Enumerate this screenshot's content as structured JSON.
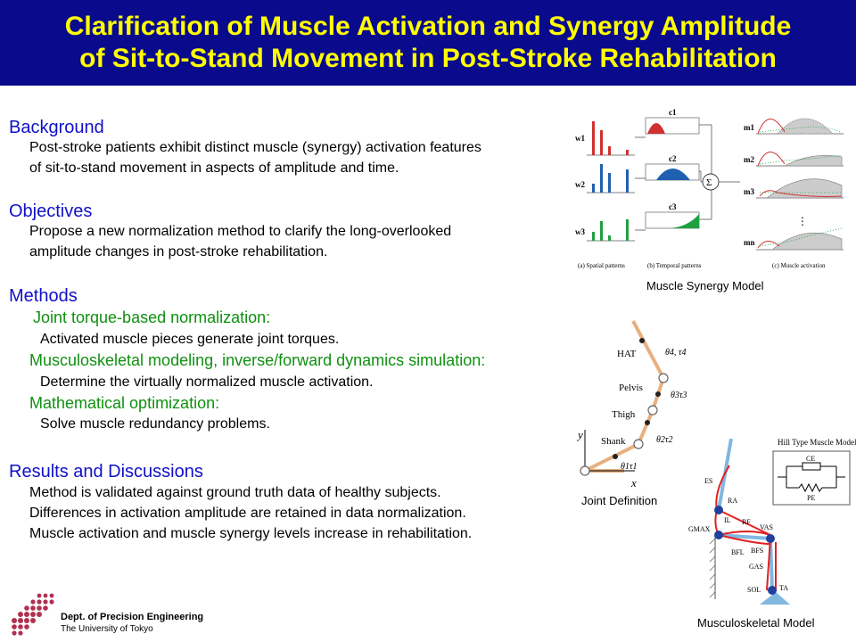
{
  "header": {
    "title_line1": "Clarification of Muscle Activation and Synergy Amplitude",
    "title_line2": "of Sit-to-Stand Movement in Post-Stroke Rehabilitation"
  },
  "background": {
    "heading": "Background",
    "line1": "Post-stroke patients exhibit distinct muscle (synergy) activation features",
    "line2": "of sit-to-stand movement in aspects of amplitude and time."
  },
  "objectives": {
    "heading": "Objectives",
    "line1": "Propose a new normalization method to clarify the long-overlooked",
    "line2": "amplitude changes in post-stroke rehabilitation."
  },
  "methods": {
    "heading": "Methods",
    "items": [
      {
        "title": "Joint torque-based normalization:",
        "desc": "Activated muscle pieces generate joint torques."
      },
      {
        "title": "Musculoskeletal modeling, inverse/forward dynamics simulation:",
        "desc": "Determine the virtually normalized muscle activation."
      },
      {
        "title": "Mathematical optimization:",
        "desc": "Solve muscle redundancy problems."
      }
    ]
  },
  "results": {
    "heading": "Results and Discussions",
    "lines": [
      "Method is validated against ground truth data of healthy subjects.",
      "Differences in activation amplitude are retained in data normalization.",
      "Muscle activation and muscle synergy levels increase in rehabilitation."
    ]
  },
  "synergy_figure": {
    "caption": "Muscle Synergy Model",
    "w_labels": [
      "w1",
      "w2",
      "w3"
    ],
    "c_labels": [
      "c1",
      "c2",
      "c3"
    ],
    "m_labels": [
      "m1",
      "m2",
      "m3",
      "mn"
    ],
    "sub_a": "(a) Spatial patterns",
    "sub_b": "(b) Temporal patterns",
    "sub_c": "(c) Muscle activation",
    "sum_symbol": "Σ",
    "ellipsis": "⋮",
    "colors": {
      "red": "#d03030",
      "blue": "#2060b0",
      "green": "#20a040"
    }
  },
  "joint_figure": {
    "caption": "Joint Definition",
    "segments": [
      "HAT",
      "Pelvis",
      "Thigh",
      "Shank"
    ],
    "angles": [
      "θ4, τ4",
      "θ3τ3",
      "θ2τ2",
      "θ1τ1"
    ],
    "axis_x": "x",
    "axis_y": "y"
  },
  "musculo_figure": {
    "caption": "Musculoskeletal Model",
    "hill_title": "Hill Type Muscle Model",
    "hill_ce": "CE",
    "hill_pe": "PE",
    "muscles": [
      "ES",
      "RA",
      "IL",
      "RF",
      "GMAX",
      "VAS",
      "BFS",
      "BFL",
      "GAS",
      "SOL",
      "TA"
    ]
  },
  "logo": {
    "dept": "Dept. of Precision Engineering",
    "univ": "The University of Tokyo"
  }
}
